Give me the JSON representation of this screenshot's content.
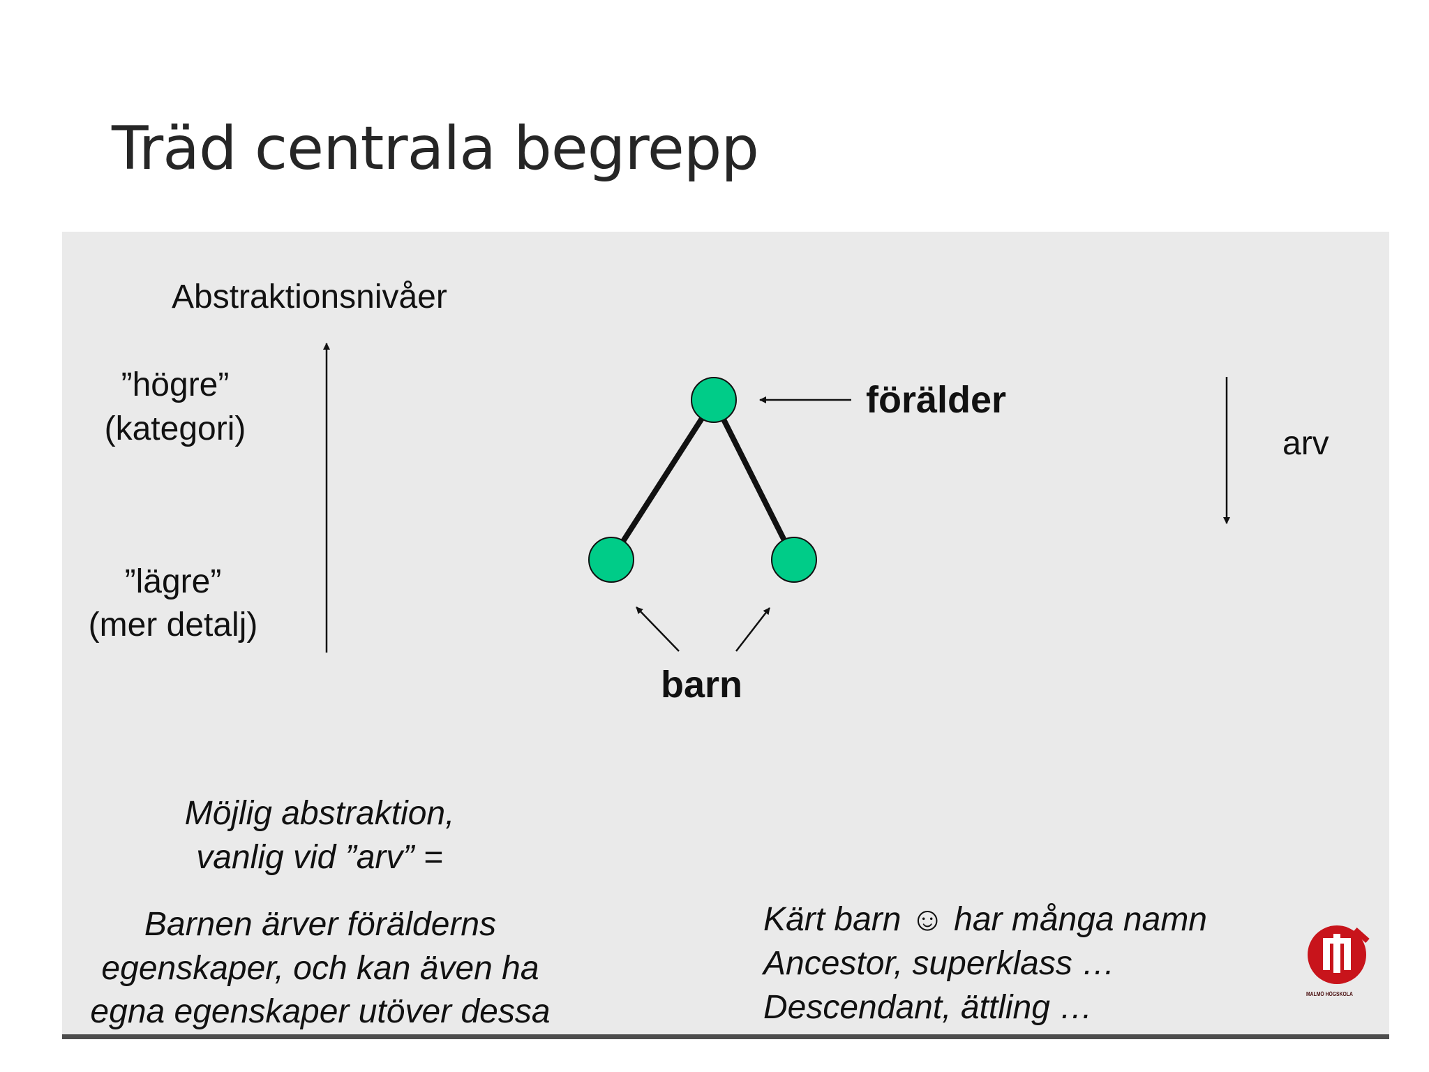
{
  "slide": {
    "title": "Träd centrala begrepp"
  },
  "diagram": {
    "abstraction_heading": "Abstraktionsnivåer",
    "higher_label": "”högre”",
    "higher_sub": "(kategori)",
    "lower_label": "”lägre”",
    "lower_sub": "(mer detalj)",
    "parent_label": "förälder",
    "children_label": "barn",
    "inheritance_label": "arv",
    "node_color": "#00cc88",
    "abstraction_line1": "Möjlig abstraktion,",
    "abstraction_line2": "vanlig vid ”arv” =",
    "children_inherit_line1": "Barnen ärver förälderns",
    "children_inherit_line2": "egenskaper, och kan även ha",
    "children_inherit_line3": "egna egenskaper utöver dessa",
    "names_line1": "Kärt barn ☺ har många namn",
    "names_line2": "Ancestor, superklass …",
    "names_line3": "Descendant, ättling …"
  },
  "logo": {
    "icon": "university-logo-icon",
    "caption": "MALMÖ HÖGSKOLA",
    "color": "#c8141b"
  }
}
